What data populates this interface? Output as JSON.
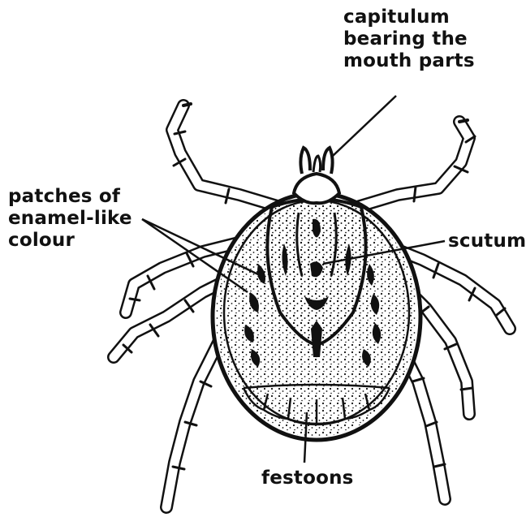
{
  "labels": {
    "capitulum": [
      "capitulum",
      "bearing the",
      "mouth parts"
    ],
    "patches": [
      "patches of",
      "enamel-like",
      "colour"
    ],
    "scutum": "scutum",
    "festoons": "festoons"
  },
  "colors": {
    "ink": "#111111",
    "background": "#ffffff"
  }
}
